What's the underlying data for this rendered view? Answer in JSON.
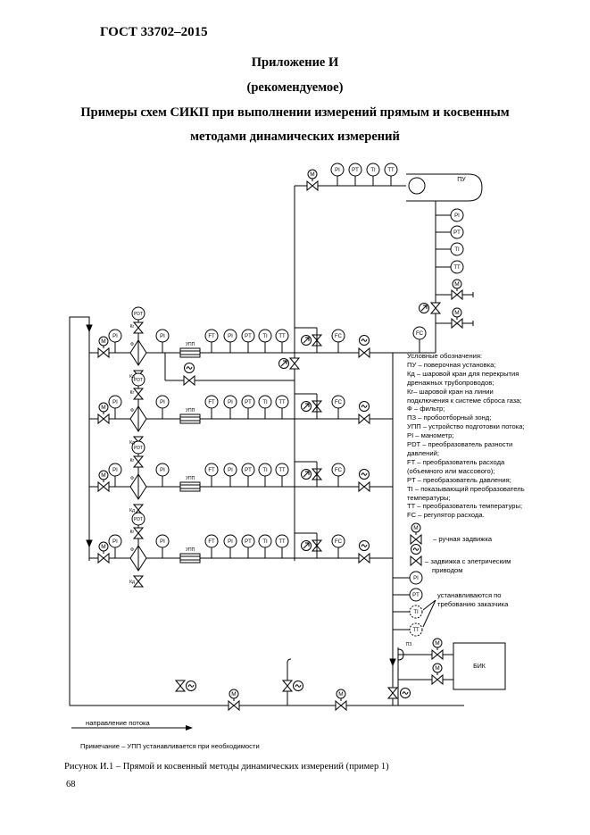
{
  "header": {
    "standard": "ГОСТ 33702–2015",
    "appendix": "Приложение И",
    "recommended": "(рекомендуемое)",
    "title_line1": "Примеры схем СИКП при выполнении измерений прямым и косвенным",
    "title_line2": "методами динамических измерений"
  },
  "diagram": {
    "pu_label": "ПУ",
    "bik_label": "БИК",
    "pz_label": "ПЗ",
    "upp_label": "УПП",
    "pdt_label": "PDT",
    "kg_label": "Кг",
    "kd_label": "Кд",
    "phi_label": "Ф",
    "m_label": "M",
    "instruments": {
      "pi": "PI",
      "pt": "PT",
      "ti": "TI",
      "tt": "TT",
      "ft": "FT",
      "fc": "FC"
    },
    "flow_direction": "направление потока",
    "legend_manual": "– ручная задвижка",
    "legend_electric_1": "– задвижка с элетрическим",
    "legend_electric_2": "приводом",
    "optional_1": "устанавливаются по",
    "optional_2": "требованию заказчика",
    "note": "Примечание – УПП устанавливается при необходимости"
  },
  "legend": {
    "title": "Условные обозначения:",
    "lines": [
      "ПУ – поверочная установка;",
      "Кд – шаровой кран для перекрытия",
      "дренажных трубопроводов;",
      "Кг– шаровой кран на линии",
      "подключения к системе сброса газа;",
      "Ф – фильтр;",
      "ПЗ – пробоотборный зонд;",
      "УПП – устройство подготовки потока;",
      "PI – манометр;",
      "PDT – преобразователь разности",
      "давлений;",
      "FT – преобразователь расхода",
      "(объемного или массового);",
      "PT – преобразователь давления;",
      "TI – показывающий преобразователь",
      "температуры;",
      "TT – преобразователь температуры;",
      "FC – регулятор расхода."
    ]
  },
  "caption": "Рисунок И.1 – Прямой и косвенный методы динамических измерений (пример 1)",
  "page_number": "68"
}
